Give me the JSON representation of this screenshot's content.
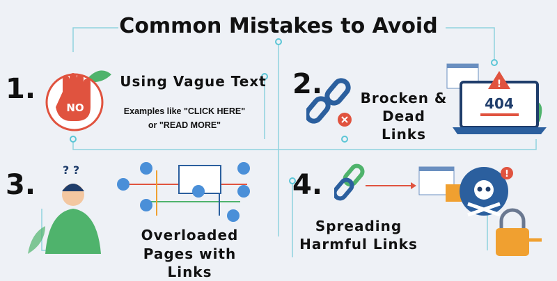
{
  "title": "Common Mistakes to Avoid",
  "colors": {
    "accent": "#5cc6d6",
    "red": "#e0533f",
    "blue": "#2b5f9e",
    "green": "#4fb36c"
  },
  "items": [
    {
      "number": "1.",
      "heading": "Using Vague Text",
      "description_line1": "Examples like \"CLICK HERE\"",
      "description_line2": "or \"READ MORE\"",
      "badge": "NO",
      "icon": "stop-hand-icon"
    },
    {
      "number": "2.",
      "heading_line1": "Brocken &",
      "heading_line2": "Dead Links",
      "error_code": "404",
      "icon": "broken-link-icon"
    },
    {
      "number": "3.",
      "heading_line1": "Overloaded",
      "heading_line2": "Pages with Links",
      "icon": "confused-person-icon"
    },
    {
      "number": "4.",
      "heading_line1": "Spreading",
      "heading_line2": "Harmful Links",
      "icon": "skull-globe-icon"
    }
  ]
}
